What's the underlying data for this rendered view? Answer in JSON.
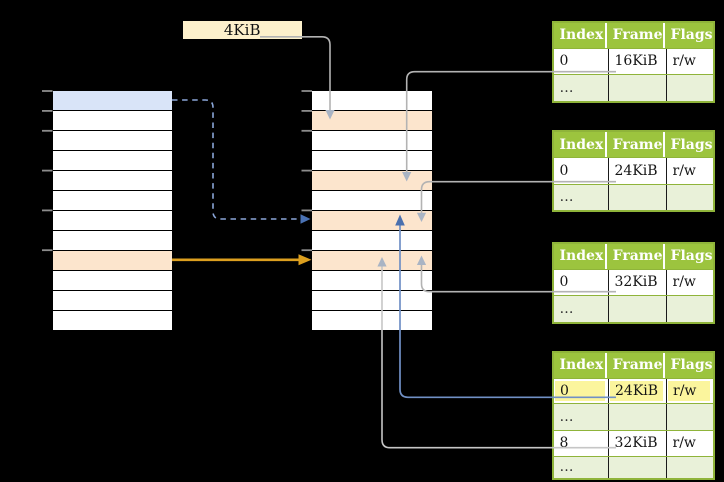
{
  "frame_label": "4KiB",
  "tables": {
    "headers": [
      "Index",
      "Frame",
      "Flags"
    ],
    "t16": [
      [
        "0",
        "16KiB",
        "r/w"
      ],
      [
        "…",
        "",
        ""
      ]
    ],
    "t24": [
      [
        "0",
        "24KiB",
        "r/w"
      ],
      [
        "…",
        "",
        ""
      ]
    ],
    "t32": [
      [
        "0",
        "32KiB",
        "r/w"
      ],
      [
        "…",
        "",
        ""
      ]
    ],
    "l2": [
      [
        "0",
        "24KiB",
        "r/w"
      ],
      [
        "…",
        "",
        ""
      ],
      [
        "8",
        "32KiB",
        "r/w"
      ],
      [
        "…",
        "",
        ""
      ]
    ],
    "l2_highlighted_row": 0
  },
  "memory_layout": {
    "left_column_rows": 12,
    "left_highlight_blue_row": 0,
    "left_highlight_orange_row": 8,
    "middle_column_rows": 12,
    "middle_orange_rows": [
      1,
      4,
      6,
      8
    ]
  },
  "colors": {
    "background": "#000000",
    "row_blue": "#d9e4f8",
    "row_orange": "#fce5cd",
    "table_header_green": "#9cc43e",
    "table_border_green": "#8fb43a",
    "row_light_green": "#e9f1d9",
    "highlight_yellow": "#fbf59d",
    "label_box_yellow": "#fdf0cb",
    "arrow_orange": "#dc9f1f",
    "arrow_blue": "#5076b5",
    "arrow_grey": "#b3b3b3",
    "arrow_dashed_blue": "#8aa6d8"
  }
}
